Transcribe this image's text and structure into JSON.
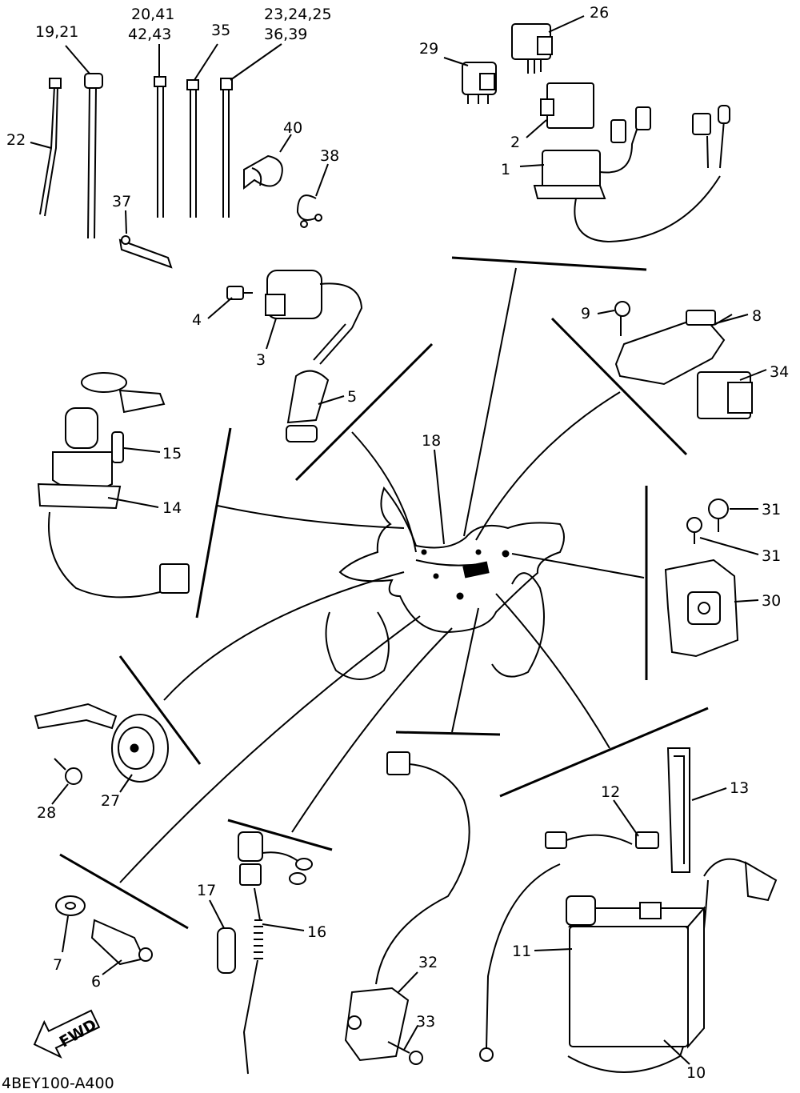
{
  "diagram": {
    "code": "4BEY100-A400",
    "fwd_label": "FWD",
    "callouts": {
      "c_19_21": "19,21",
      "c_20_41": "20,41",
      "c_42_43": "42,43",
      "c_35": "35",
      "c_23_24_25": "23,24,25",
      "c_36_39": "36,39",
      "c_26": "26",
      "c_29": "29",
      "c_2": "2",
      "c_1": "1",
      "c_22": "22",
      "c_40": "40",
      "c_38": "38",
      "c_37": "37",
      "c_4": "4",
      "c_3": "3",
      "c_5": "5",
      "c_9": "9",
      "c_8": "8",
      "c_34": "34",
      "c_18": "18",
      "c_15": "15",
      "c_14": "14",
      "c_31a": "31",
      "c_31b": "31",
      "c_30": "30",
      "c_13": "13",
      "c_12": "12",
      "c_27": "27",
      "c_28": "28",
      "c_17": "17",
      "c_16": "16",
      "c_32": "32",
      "c_33": "33",
      "c_11": "11",
      "c_7": "7",
      "c_6": "6",
      "c_10": "10"
    }
  }
}
